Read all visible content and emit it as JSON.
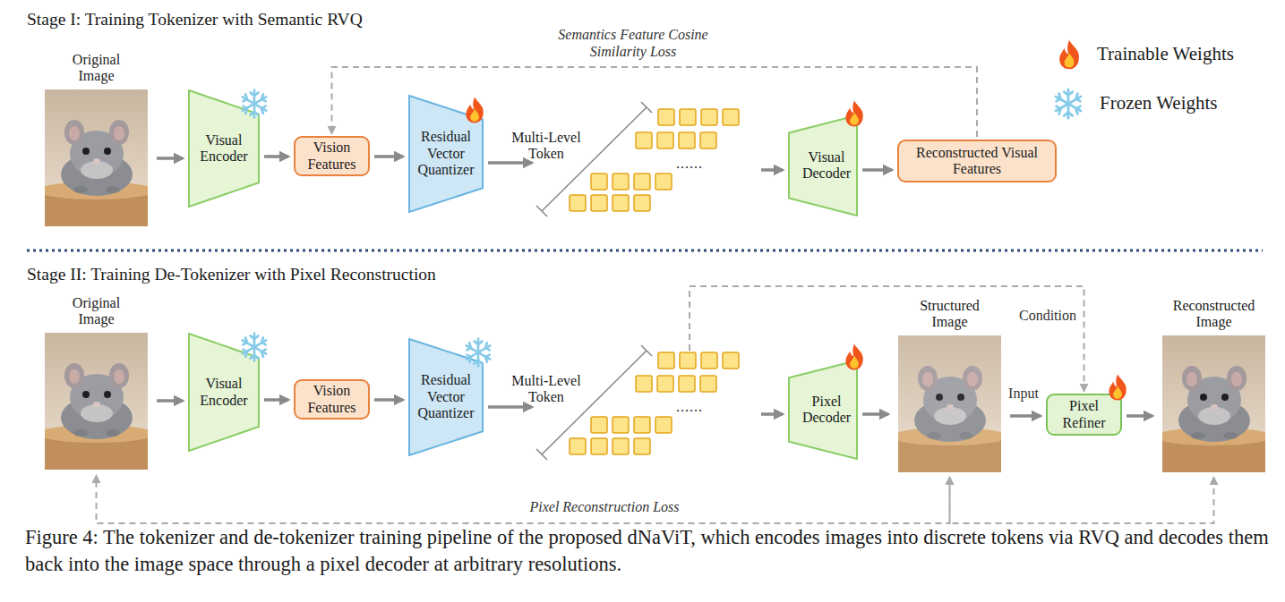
{
  "diagram": {
    "caption": "Figure 4: The tokenizer and de-tokenizer training pipeline of the proposed dNaViT, which encodes images into discrete tokens via RVQ and decodes them back into the image space through a pixel decoder at arbitrary resolutions.",
    "nodes": [
      {
        "text": [
          "Original Image"
        ]
      },
      {
        "text": [
          "Visual Encoder"
        ]
      },
      {
        "text": [
          "Vision Features"
        ]
      },
      {
        "text": [
          "Residual Vector Quantizer"
        ]
      },
      {
        "text": [
          "Multi-Level Token"
        ]
      },
      {
        "text": [
          "Visual Decoder"
        ]
      },
      {
        "text": [
          "Reconstructed Visual Features"
        ]
      },
      {
        "text": [
          "Original Image"
        ]
      },
      {
        "text": [
          "Visual Encoder"
        ]
      },
      {
        "text": [
          "Vision Features"
        ]
      },
      {
        "text": [
          "Residual Vector Quantizer"
        ]
      },
      {
        "text": [
          "Multi-Level Token"
        ]
      },
      {
        "text": [
          "Pixel Decoder"
        ]
      },
      {
        "text": [
          "Structured Image"
        ]
      },
      {
        "text": [
          "Pixel Refiner"
        ]
      },
      {
        "text": [
          "Reconstructed Image"
        ]
      }
    ],
    "edges": [
      {
        "from": 0,
        "to": 1,
        "arrow": "to"
      },
      {
        "from": 1,
        "to": 2,
        "arrow": "to"
      },
      {
        "from": 2,
        "to": 3,
        "arrow": "to"
      },
      {
        "from": 3,
        "to": 4,
        "arrow": "to"
      },
      {
        "from": 4,
        "to": 5,
        "arrow": "to"
      },
      {
        "from": 5,
        "to": 6,
        "arrow": "to"
      },
      {
        "from": 6,
        "to": 2,
        "arrow": "to",
        "label": "Semantics Feature Cosine Similarity Loss"
      },
      {
        "from": 7,
        "to": 8,
        "arrow": "to"
      },
      {
        "from": 8,
        "to": 9,
        "arrow": "to"
      },
      {
        "from": 9,
        "to": 10,
        "arrow": "to"
      },
      {
        "from": 10,
        "to": 11,
        "arrow": "to"
      },
      {
        "from": 11,
        "to": 12,
        "arrow": "to"
      },
      {
        "from": 12,
        "to": 13,
        "arrow": "to"
      },
      {
        "from": 13,
        "to": 14,
        "arrow": "to",
        "label": "Input"
      },
      {
        "from": 14,
        "to": 15,
        "arrow": "to"
      },
      {
        "from": 11,
        "to": 14,
        "arrow": "to",
        "label": "Condition"
      },
      {
        "from": 13,
        "to": 7,
        "arrow": "both",
        "label": "Pixel Reconstruction Loss"
      },
      {
        "from": 15,
        "to": 13,
        "arrow": "both"
      }
    ],
    "labels": [
      "Stage I: Training Tokenizer with Semantic RVQ",
      "Stage II: Training De-Tokenizer with Pixel Reconstruction",
      "......",
      "......"
    ],
    "legend": [
      {
        "text": "Trainable Weights"
      },
      {
        "text": "Frozen Weights"
      }
    ]
  }
}
